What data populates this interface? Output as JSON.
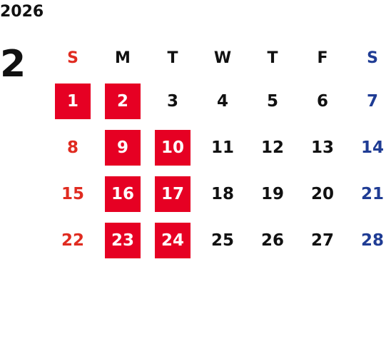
{
  "calendar": {
    "year": "2026",
    "month": "2",
    "weekdays": [
      "S",
      "M",
      "T",
      "W",
      "T",
      "F",
      "S"
    ],
    "weeks": [
      [
        "1",
        "2",
        "3",
        "4",
        "5",
        "6",
        "7"
      ],
      [
        "8",
        "9",
        "10",
        "11",
        "12",
        "13",
        "14"
      ],
      [
        "15",
        "16",
        "17",
        "18",
        "19",
        "20",
        "21"
      ],
      [
        "22",
        "23",
        "24",
        "25",
        "26",
        "27",
        "28"
      ]
    ],
    "highlighted_days": [
      "1",
      "2",
      "9",
      "10",
      "16",
      "17",
      "23",
      "24"
    ]
  },
  "colors": {
    "sunday": "#e02b20",
    "saturday": "#1f3c94",
    "highlight_bg": "#e60023",
    "highlight_text": "#ffffff",
    "default_text": "#111111"
  }
}
